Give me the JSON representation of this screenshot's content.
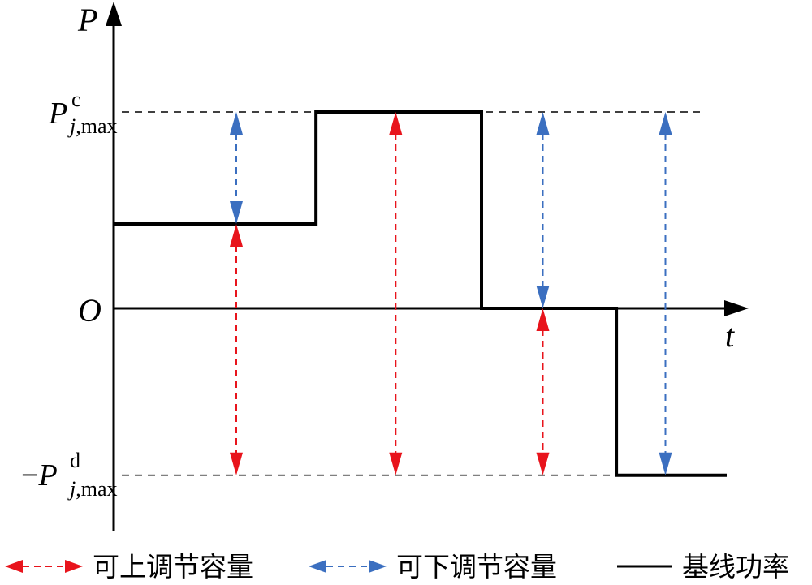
{
  "chart_data": {
    "type": "line",
    "axes": {
      "y_label": "P",
      "x_label": "t",
      "origin_label": "O"
    },
    "y_levels": [
      {
        "key": "upper",
        "minus": "",
        "main": "P",
        "sup": "c",
        "sub_italic": "j",
        "sub_rest": ",max",
        "value": 1.0
      },
      {
        "key": "zero",
        "value": 0.0
      },
      {
        "key": "lower",
        "minus": "−",
        "main": "P",
        "sup": "d",
        "sub_italic": "j",
        "sub_rest": ",max",
        "value": -0.85
      }
    ],
    "baseline_power": {
      "name": "基线功率",
      "points": [
        [
          0,
          0.43
        ],
        [
          1.65,
          0.43
        ],
        [
          1.65,
          1.0
        ],
        [
          3.0,
          1.0
        ],
        [
          3.0,
          0.0
        ],
        [
          4.1,
          0.0
        ],
        [
          4.1,
          -0.85
        ],
        [
          5.0,
          -0.85
        ]
      ]
    },
    "up_capacity_arrows": [
      {
        "t": 1.0,
        "from": -0.85,
        "to": 0.43
      },
      {
        "t": 2.3,
        "from": -0.85,
        "to": 1.0
      },
      {
        "t": 3.5,
        "from": -0.85,
        "to": 0.0
      }
    ],
    "down_capacity_arrows": [
      {
        "t": 1.0,
        "from": 0.43,
        "to": 1.0
      },
      {
        "t": 3.5,
        "from": 0.0,
        "to": 1.0
      },
      {
        "t": 4.5,
        "from": -0.85,
        "to": 1.0
      }
    ],
    "legend": [
      {
        "key": "up",
        "label": "可上调节容量",
        "color": "#e8141c"
      },
      {
        "key": "down",
        "label": "可下调节容量",
        "color": "#3b6fc0"
      },
      {
        "key": "base",
        "label": "基线功率",
        "color": "#000000"
      }
    ],
    "legend_placement": "bottom",
    "colors": {
      "up": "#e8141c",
      "down": "#3b6fc0",
      "base": "#000000",
      "guide": "#000000"
    }
  }
}
